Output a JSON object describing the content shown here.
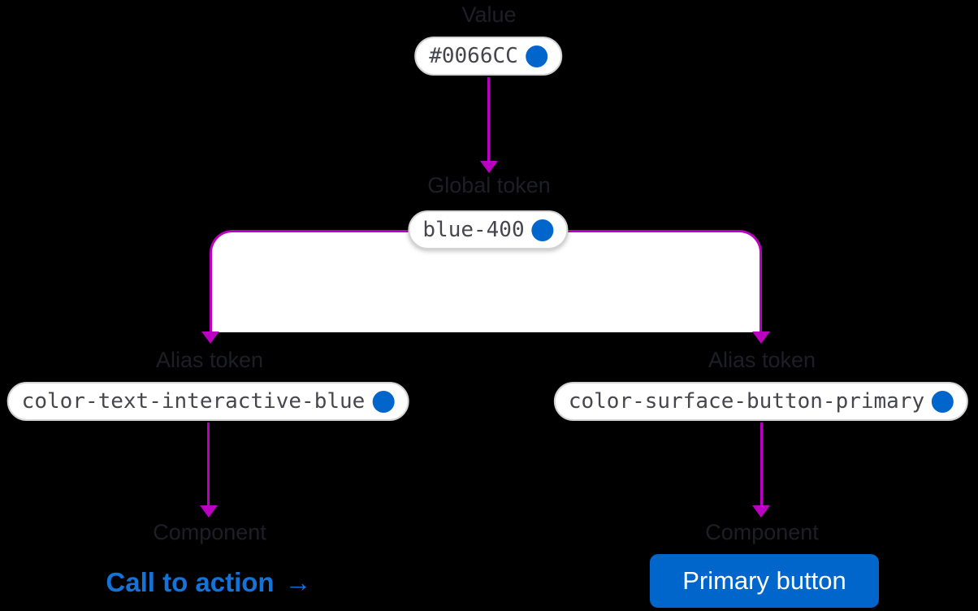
{
  "colors": {
    "accent_blue": "#0066CC",
    "flow_magenta": "#BB00C2",
    "pill_bg": "#FFFFFF",
    "pill_border": "#D3D3D3",
    "mono_text": "#46464E",
    "label_text": "#1E1F26",
    "link_blue": "#1373D9",
    "button_bg": "#0066CC",
    "button_text": "#FFFFFF",
    "canvas_bg": "#000000"
  },
  "diagram": {
    "value": {
      "label": "Value",
      "token": "#0066CC"
    },
    "global": {
      "label": "Global token",
      "token": "blue-400"
    },
    "alias_left": {
      "label": "Alias token",
      "token": "color-text-interactive-blue"
    },
    "alias_right": {
      "label": "Alias token",
      "token": "color-surface-button-primary"
    },
    "component_left": {
      "label": "Component",
      "example": "Call to action",
      "arrow_glyph": "→"
    },
    "component_right": {
      "label": "Component",
      "example": "Primary button"
    }
  }
}
